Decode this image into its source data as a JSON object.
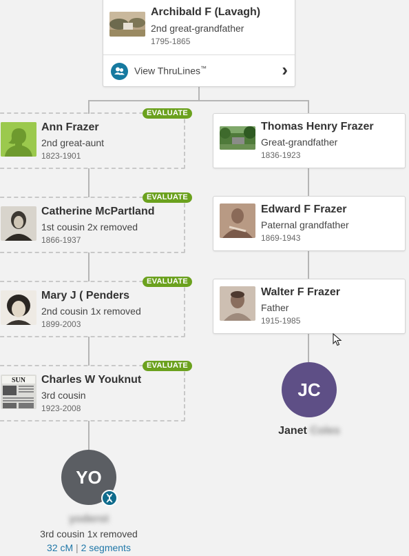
{
  "top": {
    "name": "Archibald F (Lavagh)",
    "relationship": "2nd great-grandfather",
    "dates": "1795-1865",
    "thrulines_label": "View ThruLines",
    "thrulines_tm": "™",
    "chevron": "›"
  },
  "left_branch": [
    {
      "name": "Ann Frazer",
      "relationship": "2nd great-aunt",
      "dates": "1823-1901",
      "badge": "EVALUATE",
      "photo": "silhouette-female-icon"
    },
    {
      "name": "Catherine McPartland",
      "relationship": "1st cousin 2x removed",
      "dates": "1866-1937",
      "badge": "EVALUATE",
      "photo": "portrait-photo"
    },
    {
      "name": "Mary J ( Penders",
      "relationship": "2nd cousin 1x removed",
      "dates": "1899-2003",
      "badge": "EVALUATE",
      "photo": "portrait-photo"
    },
    {
      "name": "Charles W Youknut",
      "relationship": "3rd cousin",
      "dates": "1923-2008",
      "badge": "EVALUATE",
      "photo": "newspaper-photo"
    }
  ],
  "right_branch": [
    {
      "name": "Thomas Henry Frazer",
      "relationship": "Great-grandfather",
      "dates": "1836-1923",
      "photo": "landscape-photo"
    },
    {
      "name": "Edward F Frazer",
      "relationship": "Paternal grandfather",
      "dates": "1869-1943",
      "photo": "portrait-photo"
    },
    {
      "name": "Walter F Frazer",
      "relationship": "Father",
      "dates": "1915-1985",
      "photo": "portrait-photo"
    }
  ],
  "match": {
    "initials": "YO",
    "name": "yoderst",
    "relationship": "3rd cousin 1x removed",
    "cm": "32 cM",
    "separator": "|",
    "segments": "2 segments",
    "color": "#5b5e63",
    "dna_badge_color": "#0f6b8c"
  },
  "self": {
    "initials": "JC",
    "first_name": "Janet",
    "last_name": "Coles",
    "color": "#5e4f86"
  }
}
